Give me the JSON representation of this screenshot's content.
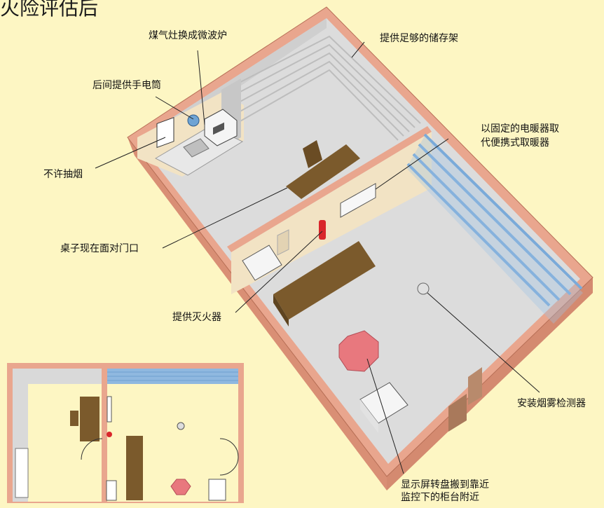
{
  "title": "火险评估后",
  "labels": {
    "microwave": "煤气灶换成微波炉",
    "shelves": "提供足够的储存架",
    "torch": "后间提供手电筒",
    "heater_line1": "以固定的电暖器取",
    "heater_line2": "代便携式取暖器",
    "no_smoking": "不许抽烟",
    "desk": "桌子现在面对门口",
    "extinguisher": "提供灭火器",
    "smoke_detector": "安装烟雾检测器",
    "monitor_line1": "显示屏转盘搬到靠近",
    "monitor_line2": "监控下的柜台附近"
  },
  "colors": {
    "background": "#fdf6c3",
    "wall_top": "#e9a68e",
    "wall_side": "#d98f75",
    "floor": "#dcdcdc",
    "interior_wall": "#f2e3c4",
    "wood": "#7b5a2c",
    "window": "#9fc3e6",
    "extinguisher": "#d9262b",
    "stool": "#e8787e"
  }
}
